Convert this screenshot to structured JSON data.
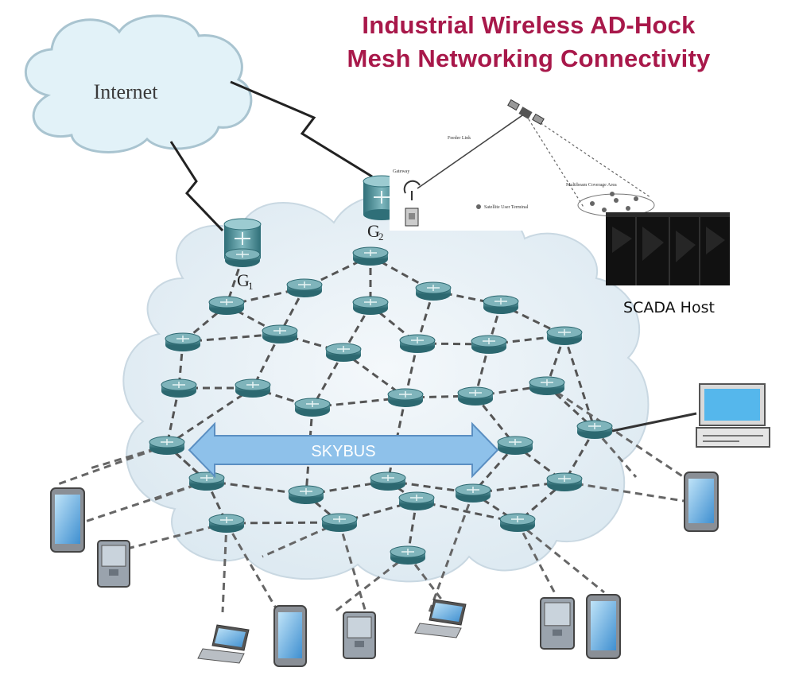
{
  "title": {
    "line1": "Industrial Wireless AD-Hock",
    "line2": "Mesh Networking Connectivity"
  },
  "cloud": {
    "label": "Internet"
  },
  "gateways": {
    "g1": "G",
    "g1_sub": "1",
    "g2": "G",
    "g2_sub": "2"
  },
  "arrow": {
    "label": "SKYBUS"
  },
  "satellite_inset": {
    "feeder_link": "Feeder Link",
    "gateway": "Gateway",
    "coverage": "Multibeam Coverage Area",
    "terminal": "Satellite User Terminal"
  },
  "scada": {
    "label": "SCADA Host"
  },
  "colors": {
    "title": "#a8184a",
    "arrow_fill": "#8ec1ea",
    "arrow_stroke": "#5b8fc2",
    "cloud_fill": "#e2f2f8",
    "mesh_fill": "#e9f2f7",
    "router": "#3d7f88"
  },
  "icons": [
    "internet-cloud",
    "router-icon",
    "gateway-router-icon",
    "satellite-icon",
    "server-rack-icon",
    "desktop-computer-icon",
    "smartphone-icon",
    "pda-icon",
    "laptop-icon"
  ]
}
